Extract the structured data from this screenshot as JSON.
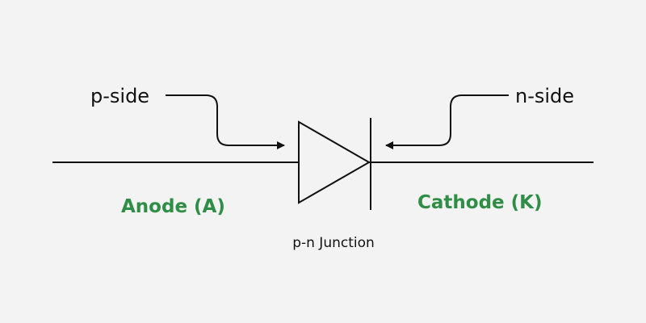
{
  "diagram": {
    "p_side_label": "p-side",
    "n_side_label": "n-side",
    "anode_label": "Anode (A)",
    "cathode_label": "Cathode (K)",
    "junction_label": "p-n Junction",
    "colors": {
      "accent": "#2f8d46",
      "stroke": "#111111",
      "background": "#f3f3f3"
    }
  }
}
